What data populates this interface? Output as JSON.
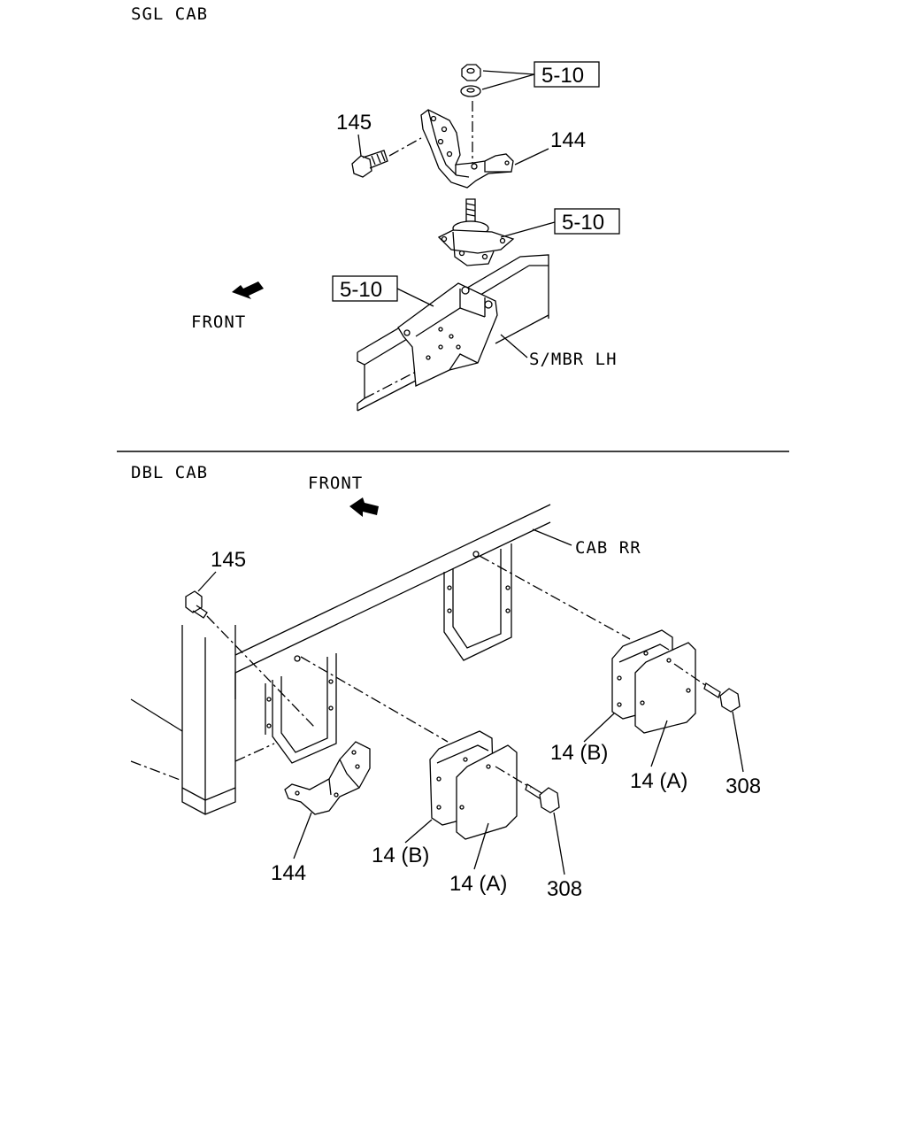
{
  "sgl_cab": {
    "title": "SGL CAB",
    "front_label": "FRONT",
    "labels": {
      "ref_nut": "5-10",
      "ref_mount": "5-10",
      "ref_bracket": "5-10",
      "bolt": "145",
      "bracket": "144",
      "side_member": "S/MBR LH"
    }
  },
  "dbl_cab": {
    "title": "DBL CAB",
    "front_label": "FRONT",
    "labels": {
      "bolt": "145",
      "cab_rr": "CAB RR",
      "bracket": "144",
      "pad_b_left": "14 (B)",
      "pad_a_left": "14 (A)",
      "screw_left": "308",
      "pad_b_right": "14 (B)",
      "pad_a_right": "14 (A)",
      "screw_right": "308"
    }
  }
}
